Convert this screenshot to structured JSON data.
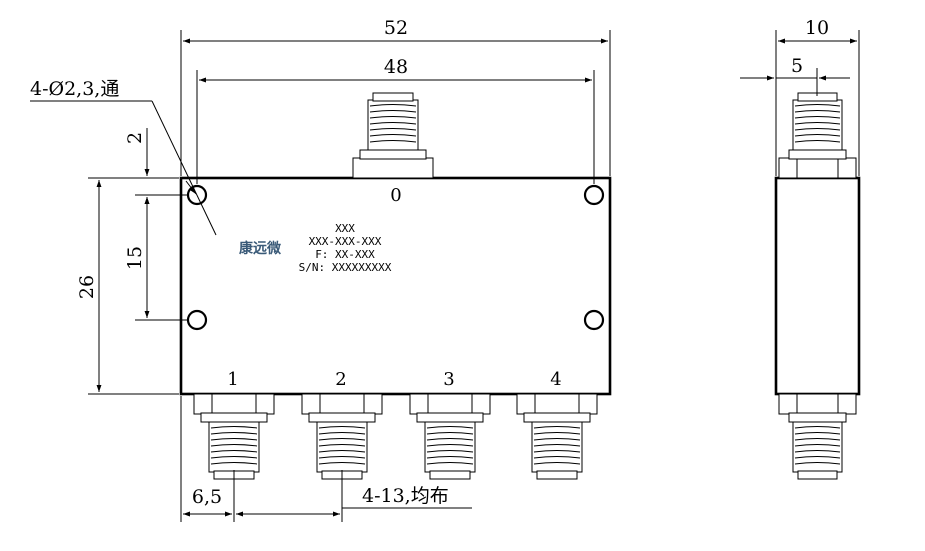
{
  "dimensions": {
    "overall_width": "52",
    "hole_spacing_x": "48",
    "hole_spec": "4-Ø2,3,通",
    "hole_edge_offset": "2",
    "hole_spacing_y": "15",
    "overall_height": "26",
    "first_port_offset": "6,5",
    "port_pitch": "4-13,均布",
    "side_width": "10",
    "side_half_width": "5"
  },
  "ports": {
    "input": "0",
    "outputs": [
      "1",
      "2",
      "3",
      "4"
    ]
  },
  "label": {
    "logo": "康远微",
    "line1": "XXX",
    "line2": "XXX-XXX-XXX",
    "line3": "F: XX-XXX",
    "line4": "S/N: XXXXXXXXX",
    "logo_color": "#3a5a78"
  }
}
